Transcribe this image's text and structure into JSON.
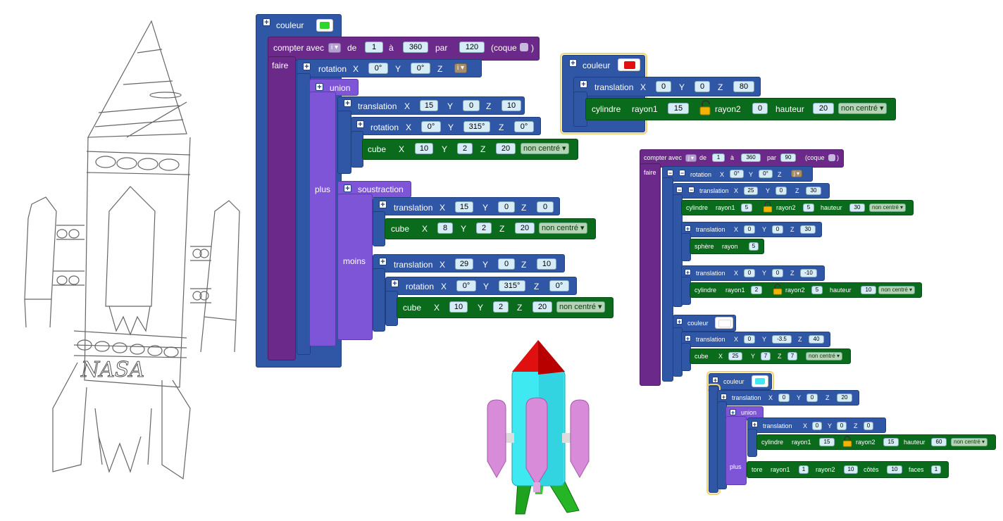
{
  "colors": {
    "green_swatch": "#2cd62c",
    "red_swatch": "#e01010",
    "white_swatch": "#ffffff",
    "cyan_swatch": "#3fe9f2"
  },
  "icons": [
    "plus-icon",
    "minus-icon",
    "lock-icon",
    "unlock-icon",
    "dropdown-arrow-icon"
  ],
  "block1": {
    "couleur": "couleur",
    "compter_avec": "compter avec",
    "var_i": "i",
    "de": "de",
    "from": "1",
    "a": "à",
    "to": "360",
    "par": "par",
    "step": "120",
    "coque": "(coque",
    "close_paren": ")",
    "faire": "faire",
    "rotation": "rotation",
    "rx": "0°",
    "ry": "0°",
    "union": "union",
    "translation": "translation",
    "t1x": "15",
    "t1y": "0",
    "t1z": "10",
    "r1x": "0°",
    "r1y": "315°",
    "r1z": "0°",
    "cube": "cube",
    "c1x": "10",
    "c1y": "2",
    "c1z": "20",
    "non_centre": "non centré",
    "plus": "plus",
    "soustraction": "soustraction",
    "t2x": "15",
    "t2y": "0",
    "t2z": "0",
    "c2x": "8",
    "c2y": "2",
    "c2z": "20",
    "moins": "moins",
    "t3x": "29",
    "t3y": "0",
    "t3z": "10",
    "r3x": "0°",
    "r3y": "315°",
    "r3z": "0°",
    "c3x": "10",
    "c3y": "2",
    "c3z": "20",
    "X": "X",
    "Y": "Y",
    "Z": "Z"
  },
  "block2": {
    "couleur": "couleur",
    "translation": "translation",
    "tx": "0",
    "ty": "0",
    "tz": "80",
    "cylindre": "cylindre",
    "rayon1": "rayon1",
    "r1": "15",
    "rayon2": "rayon2",
    "r2": "0",
    "hauteur": "hauteur",
    "h": "20",
    "non_centre": "non centré"
  },
  "block3": {
    "compter_avec": "compter avec",
    "var_j": "j",
    "de": "de",
    "from": "1",
    "a": "à",
    "to": "360",
    "par": "par",
    "step": "90",
    "coque": "(coque",
    "close_paren": ")",
    "faire": "faire",
    "rotation": "rotation",
    "rx": "0°",
    "ry": "0°",
    "translation": "translation",
    "t1x": "25",
    "t1y": "0",
    "t1z": "30",
    "cylindre": "cylindre",
    "rayon1": "rayon1",
    "rayon2": "rayon2",
    "hauteur": "hauteur",
    "cy1r1": "5",
    "cy1r2": "5",
    "cy1h": "30",
    "non_centre": "non centré",
    "t2x": "0",
    "t2y": "0",
    "t2z": "30",
    "sphere": "sphère",
    "rayon": "rayon",
    "sr": "5",
    "t3x": "0",
    "t3y": "0",
    "t3z": "-10",
    "cy2r1": "2",
    "cy2r2": "5",
    "cy2h": "10",
    "couleur": "couleur",
    "t4x": "0",
    "t4y": "-3.5",
    "t4z": "40",
    "cube": "cube",
    "cx": "25",
    "cy": "7",
    "cz": "7",
    "X": "X",
    "Y": "Y",
    "Z": "Z"
  },
  "block4": {
    "couleur": "couleur",
    "translation": "translation",
    "t1x": "0",
    "t1y": "0",
    "t1z": "20",
    "union": "union",
    "t2x": "0",
    "t2y": "0",
    "t2z": "0",
    "cylindre": "cylindre",
    "rayon1": "rayon1",
    "r1": "15",
    "rayon2": "rayon2",
    "r2": "15",
    "hauteur": "hauteur",
    "h": "60",
    "non_centre": "non centré",
    "plus": "plus",
    "tore": "tore",
    "tr1": "1",
    "tr2": "10",
    "cotes": "côtés",
    "tc": "10",
    "faces": "faces",
    "tf": "1",
    "X": "X",
    "Y": "Y",
    "Z": "Z"
  },
  "drawing": {
    "nasa": "NASA"
  }
}
